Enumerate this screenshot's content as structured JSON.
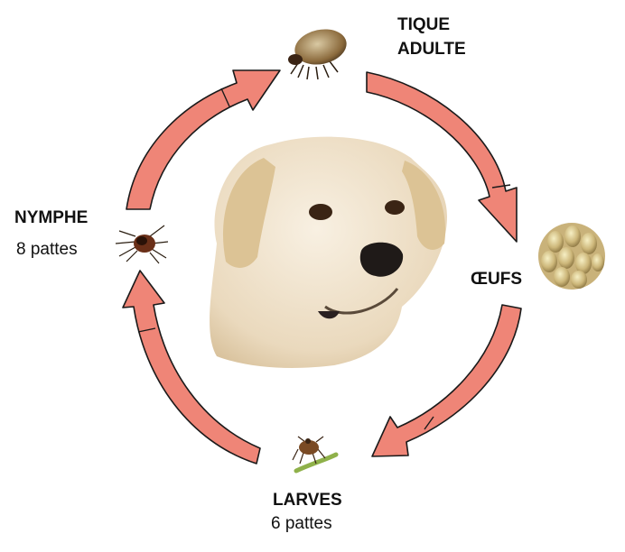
{
  "stages": {
    "adult": {
      "title_line1": "TIQUE",
      "title_line2": "ADULTE"
    },
    "eggs": {
      "title": "ŒUFS"
    },
    "larvae": {
      "title": "LARVES",
      "legs": "6 pattes"
    },
    "nymph": {
      "title": "NYMPHE",
      "legs": "8 pattes"
    }
  },
  "center_image": "dog-head (yellow labrador)",
  "colors": {
    "arrow_fill": "#ef8577",
    "arrow_stroke": "#1a1a1a"
  }
}
